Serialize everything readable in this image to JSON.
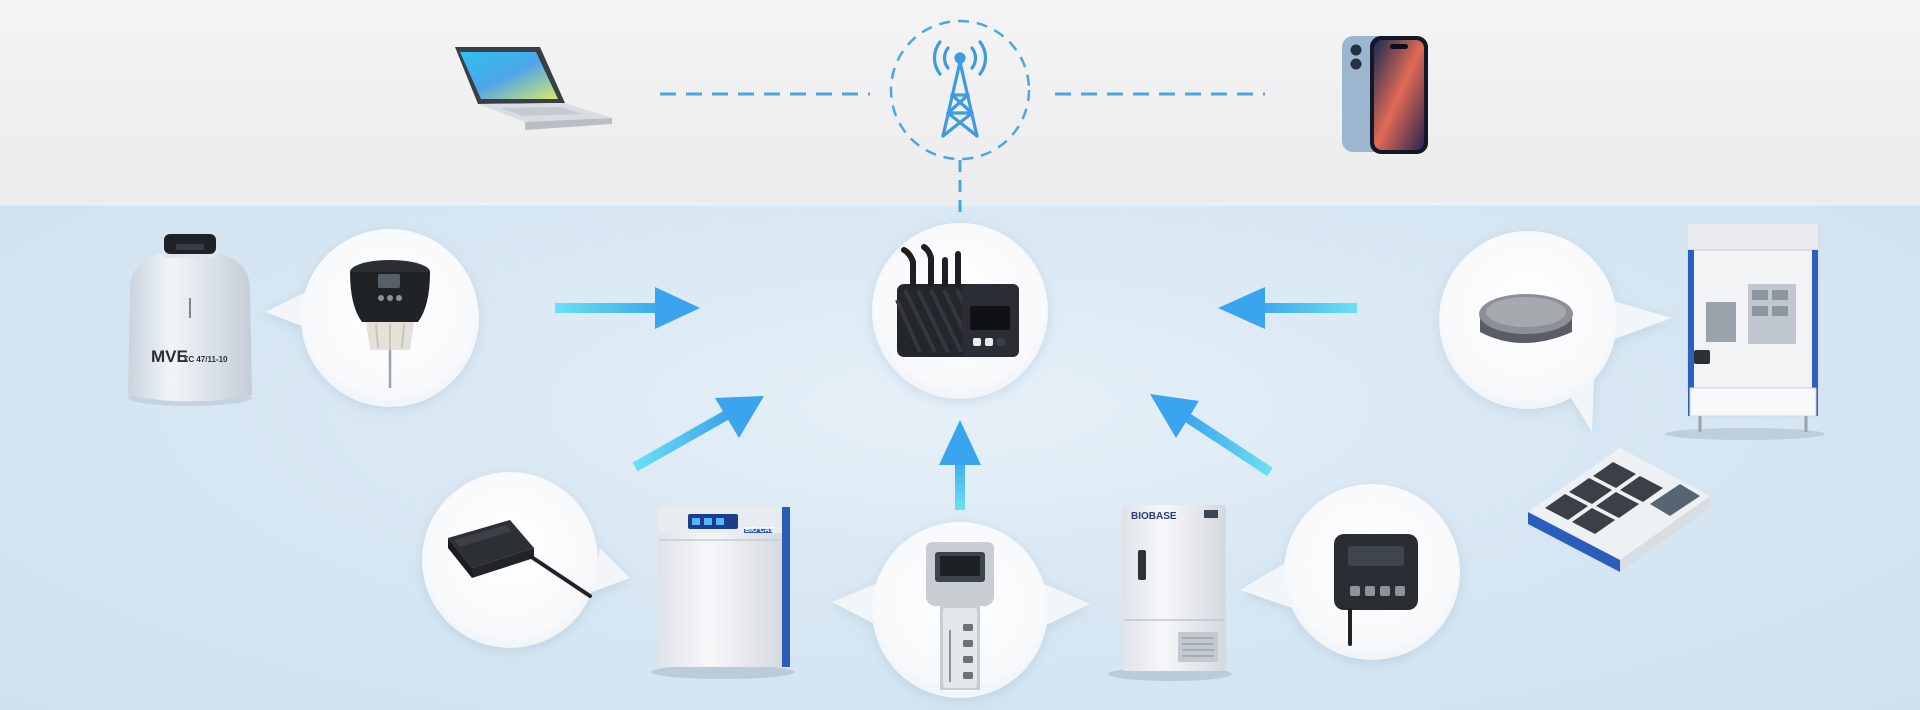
{
  "labels": {
    "dewar_brand": "MVE",
    "dewar_model": "XC 47/11-10",
    "freezer_brand": "BIOBASE",
    "incubator_brand": "BIO CAT"
  },
  "icons": [
    "laptop-icon",
    "cell-tower-icon",
    "smartphone-icon",
    "gateway-hub-icon",
    "liquid-nitrogen-dewar-icon",
    "dewar-level-sensor-icon",
    "incubator-icon",
    "temperature-probe-sensor-icon",
    "handheld-monitor-icon",
    "ultra-low-freezer-icon",
    "wall-temperature-display-icon",
    "round-puck-sensor-icon",
    "biosafety-cabinet-icon",
    "multi-chamber-incubator-icon"
  ],
  "colors": {
    "arrow": "#4db0ef",
    "arrow_light": "#5fd6f0",
    "dash": "#4aa6e6",
    "top_band": "#f1f1f1",
    "bottom_band": "#d8e7f2"
  }
}
